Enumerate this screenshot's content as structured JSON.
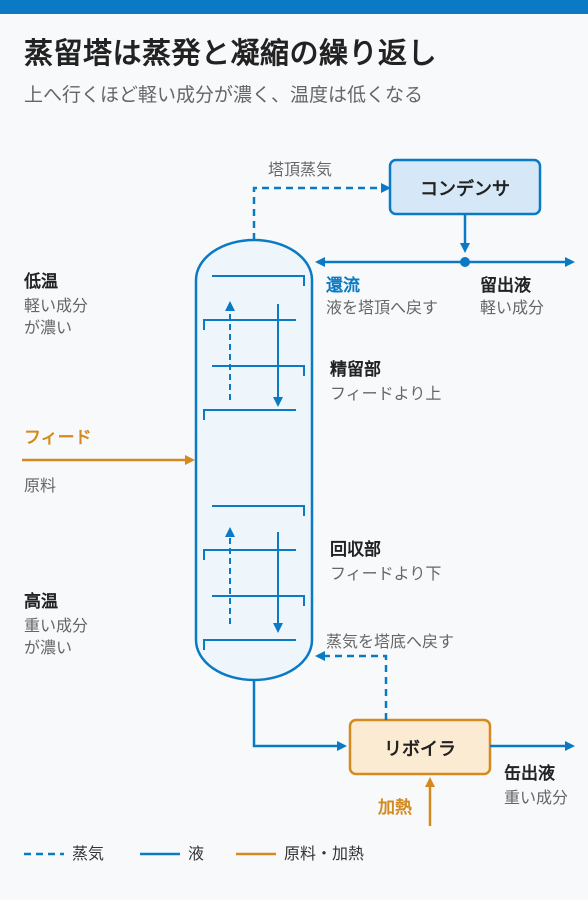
{
  "title": "蒸留塔は蒸発と凝縮の繰り返し",
  "subtitle": "上へ行くほど軽い成分が濃く、温度は低くなる",
  "top_vapor": "塔頂蒸気",
  "condenser": "コンデンサ",
  "reflux": {
    "title": "還流",
    "desc": "液を塔頂へ戻す"
  },
  "distillate": {
    "title": "留出液",
    "desc": "軽い成分"
  },
  "low_temp": {
    "title": "低温",
    "desc1": "軽い成分",
    "desc2": "が濃い"
  },
  "rectifying": {
    "title": "精留部",
    "desc": "フィードより上"
  },
  "feed": {
    "title": "フィード",
    "desc": "原料"
  },
  "stripping": {
    "title": "回収部",
    "desc": "フィードより下"
  },
  "high_temp": {
    "title": "高温",
    "desc1": "重い成分",
    "desc2": "が濃い"
  },
  "vapor_return": "蒸気を塔底へ戻す",
  "reboiler": "リボイラ",
  "heat": "加熱",
  "bottoms": {
    "title": "缶出液",
    "desc": "重い成分"
  },
  "legend": {
    "vapor": "蒸気",
    "liquid": "液",
    "feed_heat": "原料・加熱"
  },
  "colors": {
    "blue": "#0a7ac4",
    "orange": "#d48a1e",
    "condenser_fill": "#d6e8f7",
    "reboiler_fill": "#fcebd3",
    "column_fill": "#eef6fc"
  }
}
